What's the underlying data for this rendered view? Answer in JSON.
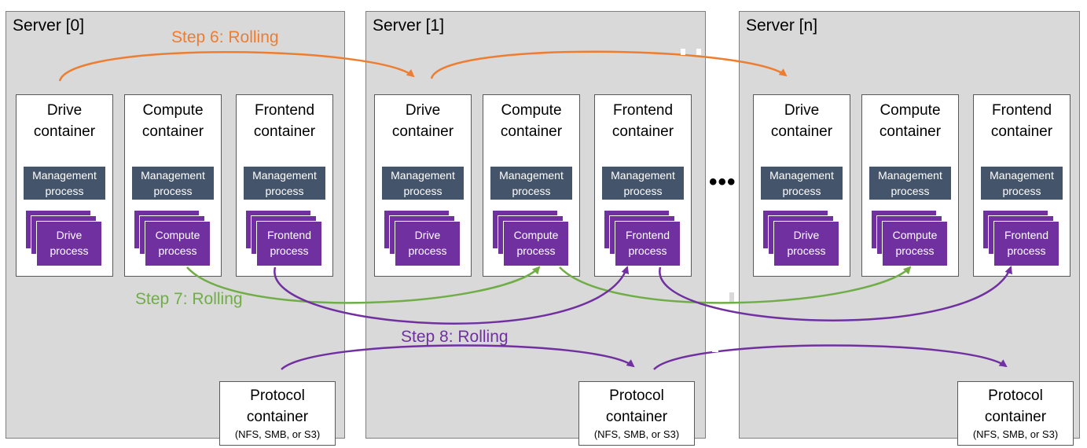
{
  "servers": [
    {
      "title": "Server [0]",
      "containers": [
        {
          "title": "Drive\ncontainer",
          "management": "Management\nprocess",
          "process": "Drive\nprocess"
        },
        {
          "title": "Compute\ncontainer",
          "management": "Management\nprocess",
          "process": "Compute\nprocess"
        },
        {
          "title": "Frontend\ncontainer",
          "management": "Management\nprocess",
          "process": "Frontend\nprocess"
        }
      ],
      "protocol": {
        "title": "Protocol\ncontainer",
        "subtitle": "(NFS, SMB, or S3)"
      }
    },
    {
      "title": "Server [1]",
      "containers": [
        {
          "title": "Drive\ncontainer",
          "management": "Management\nprocess",
          "process": "Drive\nprocess"
        },
        {
          "title": "Compute\ncontainer",
          "management": "Management\nprocess",
          "process": "Compute\nprocess"
        },
        {
          "title": "Frontend\ncontainer",
          "management": "Management\nprocess",
          "process": "Frontend\nprocess"
        }
      ],
      "protocol": {
        "title": "Protocol\ncontainer",
        "subtitle": "(NFS, SMB, or S3)"
      }
    },
    {
      "title": "Server [n]",
      "containers": [
        {
          "title": "Drive\ncontainer",
          "management": "Management\nprocess",
          "process": "Drive\nprocess"
        },
        {
          "title": "Compute\ncontainer",
          "management": "Management\nprocess",
          "process": "Compute\nprocess"
        },
        {
          "title": "Frontend\ncontainer",
          "management": "Management\nprocess",
          "process": "Frontend\nprocess"
        }
      ],
      "protocol": {
        "title": "Protocol\ncontainer",
        "subtitle": "(NFS, SMB, or S3)"
      }
    }
  ],
  "ellipsis": "•••",
  "steps": [
    {
      "label": "Step 6: Rolling",
      "color": "#ed7d31"
    },
    {
      "label": "Step 7: Rolling",
      "color": "#70ad47"
    },
    {
      "label": "Step 8: Rolling",
      "color": "#7030a0"
    }
  ],
  "colors": {
    "server_bg": "#d9d9d9",
    "management_bg": "#44546a",
    "process_bg": "#7030a0"
  }
}
